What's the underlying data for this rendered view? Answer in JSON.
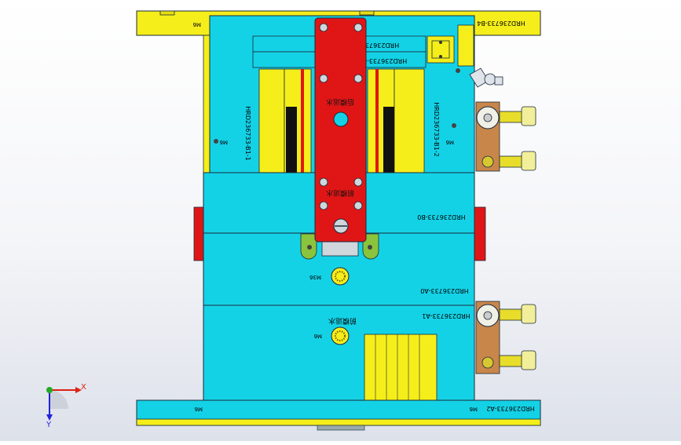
{
  "plate_labels": {
    "b4": "HRD236733-B4",
    "b3": "HRD236733-B",
    "b3b": "HRD236733-B",
    "b1_1": "HRD236733-B1-1",
    "b1_2": "HRD236733-B1-2",
    "b0": "HRD236733-B0",
    "a0": "HRD236733-A0",
    "a1": "HRD236733-A1",
    "a2": "HRD236733-A2"
  },
  "thread_labels": {
    "m6": "M6",
    "m36": "M36"
  },
  "cjk_labels": {
    "upper_red": "后模运水",
    "mid_red": "前模运水",
    "lower_plate": "前模运水"
  },
  "axis_triad": {
    "x": "X",
    "y": "Y"
  },
  "colors": {
    "cyan": "#14d2e6",
    "yellow": "#f5ee1a",
    "red": "#e01616",
    "orange": "#c8864a",
    "green": "#8ac43c",
    "outline": "#1a2a3a"
  }
}
